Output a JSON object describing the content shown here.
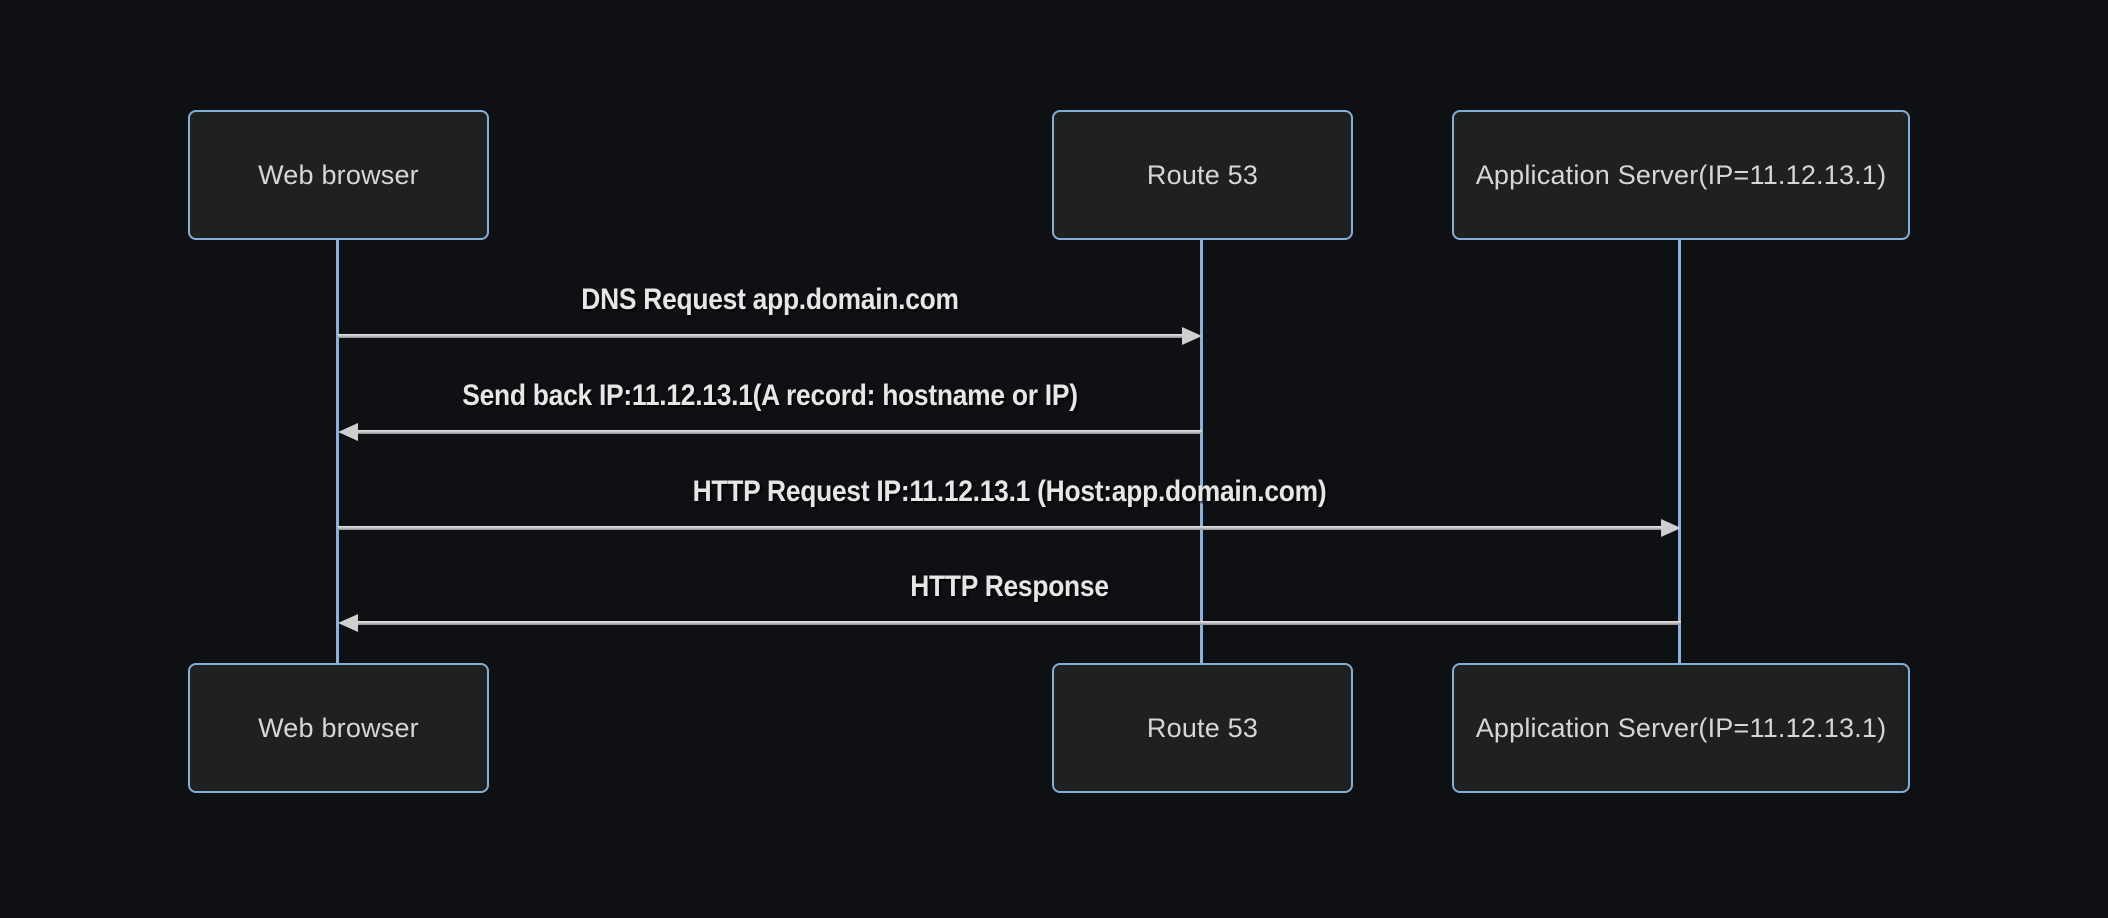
{
  "diagram": {
    "type": "sequence-diagram",
    "theme": "dark",
    "colors": {
      "background": "#0e1014",
      "actor_fill": "#1f2121",
      "actor_border": "#85aed8",
      "actor_text": "#d6d6d6",
      "lifeline": "#8bb0da",
      "message_line": "#c9c9c9",
      "message_text": "#e6e6e6"
    },
    "actors": [
      {
        "id": "web-browser",
        "label": "Web browser"
      },
      {
        "id": "route-53",
        "label": "Route 53"
      },
      {
        "id": "app-server",
        "label": "Application Server(IP=11.12.13.1)"
      }
    ],
    "messages": [
      {
        "label": "DNS Request app.domain.com",
        "from": "web-browser",
        "to": "route-53",
        "direction": "right",
        "arrow": "solid-filled-head"
      },
      {
        "label": "Send back IP:11.12.13.1(A record: hostname or IP)",
        "from": "route-53",
        "to": "web-browser",
        "direction": "left",
        "arrow": "solid-filled-head"
      },
      {
        "label": "HTTP Request IP:11.12.13.1 (Host:app.domain.com)",
        "from": "web-browser",
        "to": "app-server",
        "direction": "right",
        "arrow": "solid-filled-head"
      },
      {
        "label": "HTTP Response",
        "from": "app-server",
        "to": "web-browser",
        "direction": "left",
        "arrow": "solid-filled-head"
      }
    ]
  }
}
